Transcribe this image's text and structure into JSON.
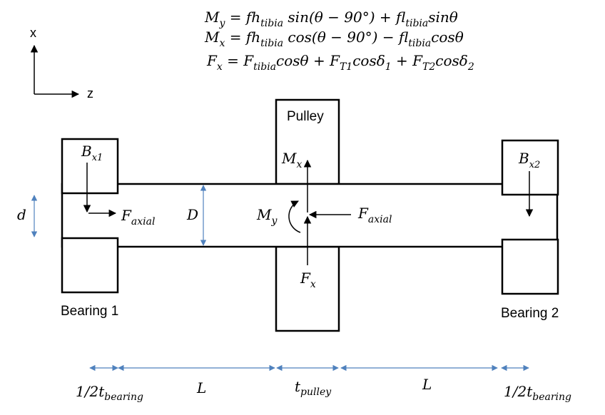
{
  "equations": {
    "my": {
      "lhs": "M",
      "lhs_sub": "y",
      "p1": " = fh",
      "p1_sub": "tibia",
      "p2": " sin(θ − 90°) + fl",
      "p2_sub": "tibia",
      "p3": "sinθ"
    },
    "mx": {
      "lhs": "M",
      "lhs_sub": "x",
      "p1": " = fh",
      "p1_sub": "tibia",
      "p2": " cos(θ − 90°) − fl",
      "p2_sub": "tibia",
      "p3": "cosθ"
    },
    "fx": {
      "lhs": "F",
      "lhs_sub": "x",
      "p1": " = F",
      "p1_sub": "tibia",
      "p2": "cosθ  + F",
      "p2_sub": "T1",
      "p3": "cosδ",
      "p3_sub": "1",
      "p4": " + F",
      "p4_sub": "T2",
      "p5": "cosδ",
      "p5_sub": "2"
    }
  },
  "axes": {
    "x_label": "x",
    "z_label": "z"
  },
  "labels": {
    "pulley": "Pulley",
    "bearing1": "Bearing 1",
    "bearing2": "Bearing 2",
    "bx1": {
      "main": "B",
      "sub": "x1"
    },
    "bx2": {
      "main": "B",
      "sub": "x2"
    },
    "d": "d",
    "D": "D",
    "mx": {
      "main": "M",
      "sub": "x"
    },
    "my": {
      "main": "M",
      "sub": "y"
    },
    "fx": {
      "main": "F",
      "sub": "x"
    },
    "faxial_left": {
      "main": "F",
      "sub": "axial"
    },
    "faxial_right": {
      "main": "F",
      "sub": "axial"
    }
  },
  "dimensions": {
    "half_t_bearing_left": {
      "main": "1/2t",
      "sub": "bearing"
    },
    "L_left": "L",
    "t_pulley": {
      "main": "t",
      "sub": "pulley"
    },
    "L_right": "L",
    "half_t_bearing_right": {
      "main": "1/2t",
      "sub": "bearing"
    }
  },
  "colors": {
    "dimension": "#4f81bd",
    "ink": "#000000"
  }
}
